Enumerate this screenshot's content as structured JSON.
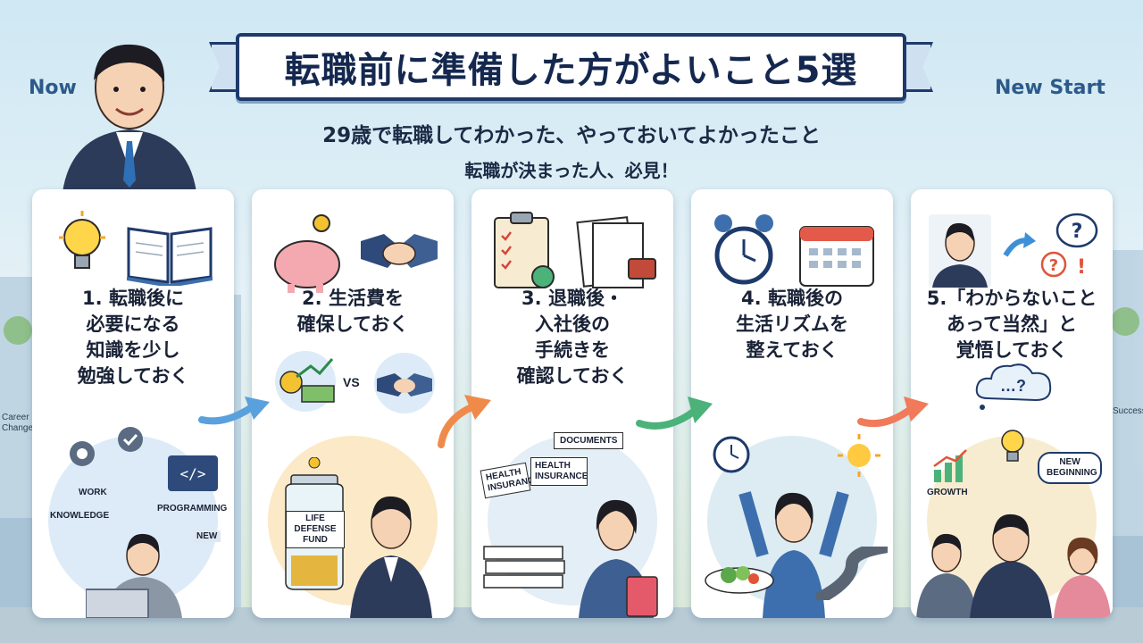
{
  "header": {
    "title": "転職前に準備した方がよいこと5選",
    "subtitle_line1": "29歳で転職してわかった、やっておいてよかったこと",
    "subtitle_line2": "転職が決まった人、必見！"
  },
  "corners": {
    "left": "Now",
    "right": "New Start",
    "left_sign": "Career Change",
    "right_sign": "Success"
  },
  "cards": [
    {
      "title": "1. 転職後に\n必要になる\n知識を少し\n勉強しておく",
      "labels": [
        "WORK",
        "KNOWLEDGE",
        "PROGRAMMING",
        "NEW"
      ]
    },
    {
      "title": "2. 生活費を\n確保しておく",
      "labels": [
        "VS",
        "LIFE DEFENSE FUND"
      ]
    },
    {
      "title": "3. 退職後・\n入社後の\n手続きを\n確認しておく",
      "labels": [
        "DOCUMENTS",
        "HEALTH INSURANCE",
        "HEALTH INSURANCE"
      ]
    },
    {
      "title": "4. 転職後の\n生活リズムを\n整えておく",
      "labels": []
    },
    {
      "title": "5.「わからないこと\nあって当然」と\n覚悟しておく",
      "labels": [
        "GROWTH",
        "NEW BEGINNING",
        "…?"
      ]
    }
  ],
  "colors": {
    "navy": "#1e3a6b",
    "sky": "#cfe8f4",
    "card": "#ffffff",
    "accent_blue": "#3d8fd8",
    "accent_orange": "#f08a4b",
    "accent_green": "#4bb27a"
  }
}
